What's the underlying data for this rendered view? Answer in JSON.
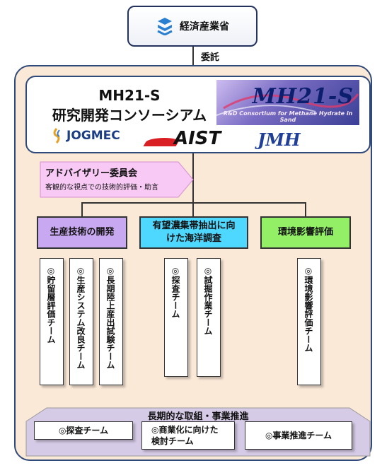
{
  "ministry": {
    "name": "経済産業省"
  },
  "relation_label": "委託",
  "consortium": {
    "title_line1": "MH21-S",
    "title_line2": "研究開発コンソーシアム",
    "logo_main": "MH21-S",
    "logo_sub": "R&D Consortium for Methane Hydrate in Sand",
    "partner_logos": [
      "JOGMEC",
      "AIST",
      "JMH"
    ]
  },
  "advisory": {
    "title": "アドバイザリー委員会",
    "subtitle": "客観的な視点での技術的評価・助言"
  },
  "groups": [
    {
      "label": "生産技術の開発",
      "color": "#c8a8f0"
    },
    {
      "label": "有望濃集帯抽出に向けた海洋調査",
      "color": "#4fd8ff"
    },
    {
      "label": "環境影響評価",
      "color": "#93f066"
    }
  ],
  "teams": [
    "◎貯留層評価チーム",
    "◎生産システム改良チーム",
    "◎長期陸上産出試験チーム",
    "◎探査チーム",
    "◎試掘作業チーム",
    "◎環境影響評価チーム"
  ],
  "long_term": {
    "title": "長期的な取組・事業推進",
    "items": [
      "◎探査チーム",
      "◎商業化に向けた検討チーム",
      "◎事業推進チーム"
    ]
  }
}
